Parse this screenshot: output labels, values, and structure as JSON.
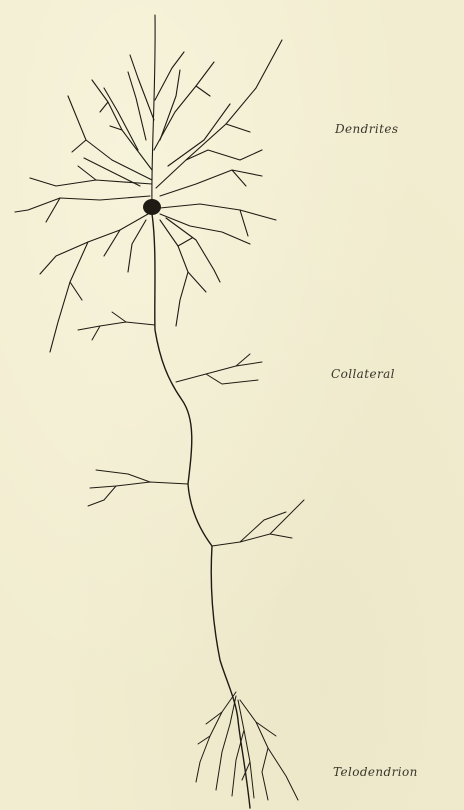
{
  "labels": {
    "dendrites": "Dendrites",
    "collateral": "Collateral",
    "telodendrion": "Telodendrion"
  },
  "colors": {
    "paper": "#f2edd0",
    "ink": "#1f1b14",
    "label": "#3a362b"
  }
}
